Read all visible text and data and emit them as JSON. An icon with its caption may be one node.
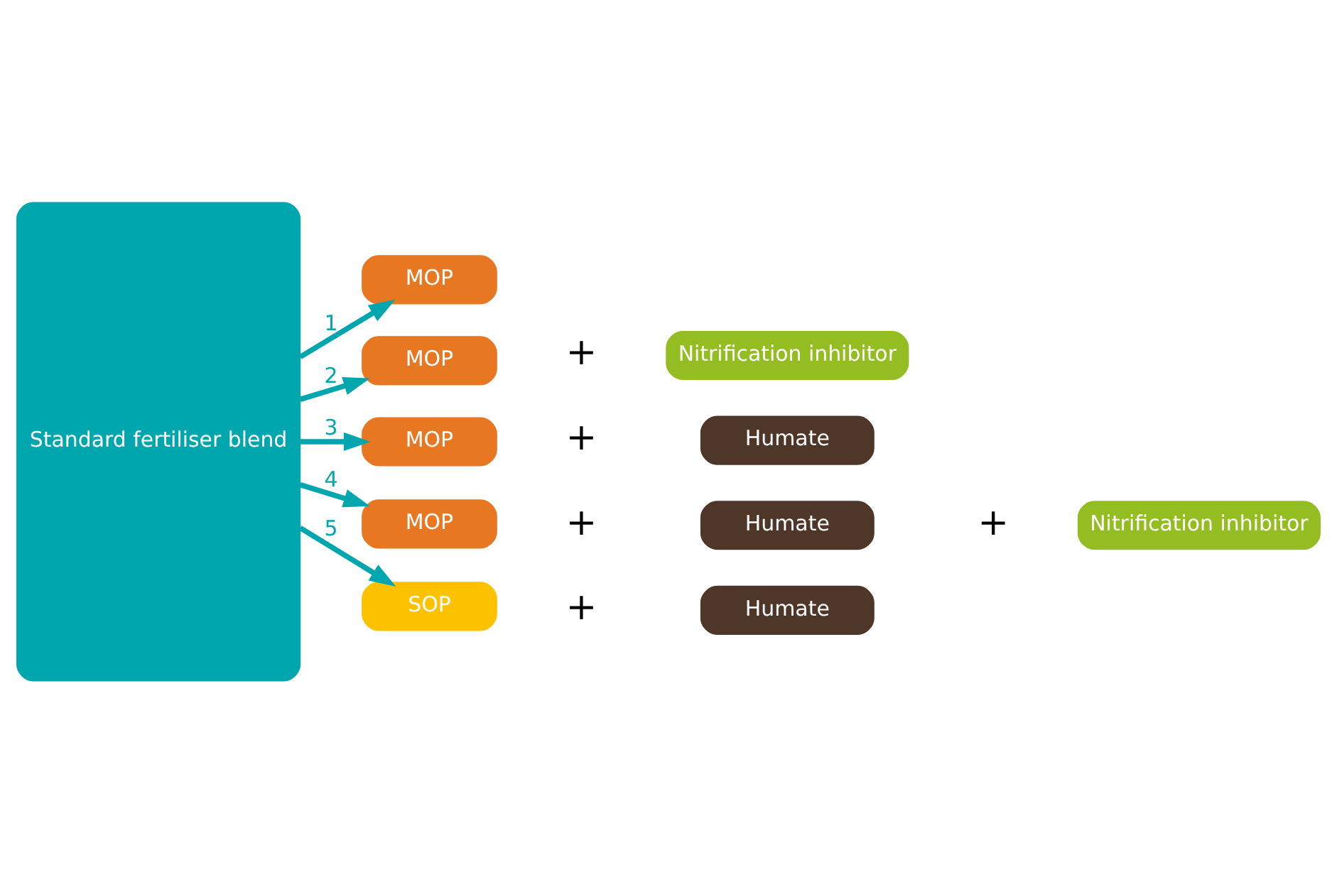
{
  "diagram": {
    "nodes": [
      {
        "text": [
          "Standard fertiliser blend"
        ]
      },
      {
        "text": [
          "MOP"
        ]
      },
      {
        "text": [
          "MOP"
        ]
      },
      {
        "text": [
          "Nitrification inhibitor"
        ]
      },
      {
        "text": [
          "MOP"
        ]
      },
      {
        "text": [
          "Humate"
        ]
      },
      {
        "text": [
          "MOP"
        ]
      },
      {
        "text": [
          "Humate"
        ]
      },
      {
        "text": [
          "Nitrification inhibitor"
        ]
      },
      {
        "text": [
          "SOP"
        ]
      },
      {
        "text": [
          "Humate"
        ]
      }
    ],
    "edges": [
      {
        "from": 0,
        "to": 1,
        "arrow": "to",
        "label": "1"
      },
      {
        "from": 0,
        "to": 2,
        "arrow": "to",
        "label": "2"
      },
      {
        "from": 0,
        "to": 4,
        "arrow": "to",
        "label": "3"
      },
      {
        "from": 0,
        "to": 6,
        "arrow": "to",
        "label": "4"
      },
      {
        "from": 0,
        "to": 9,
        "arrow": "to",
        "label": "5"
      }
    ],
    "labels": [
      "+",
      "+",
      "+",
      "+",
      "+"
    ]
  }
}
